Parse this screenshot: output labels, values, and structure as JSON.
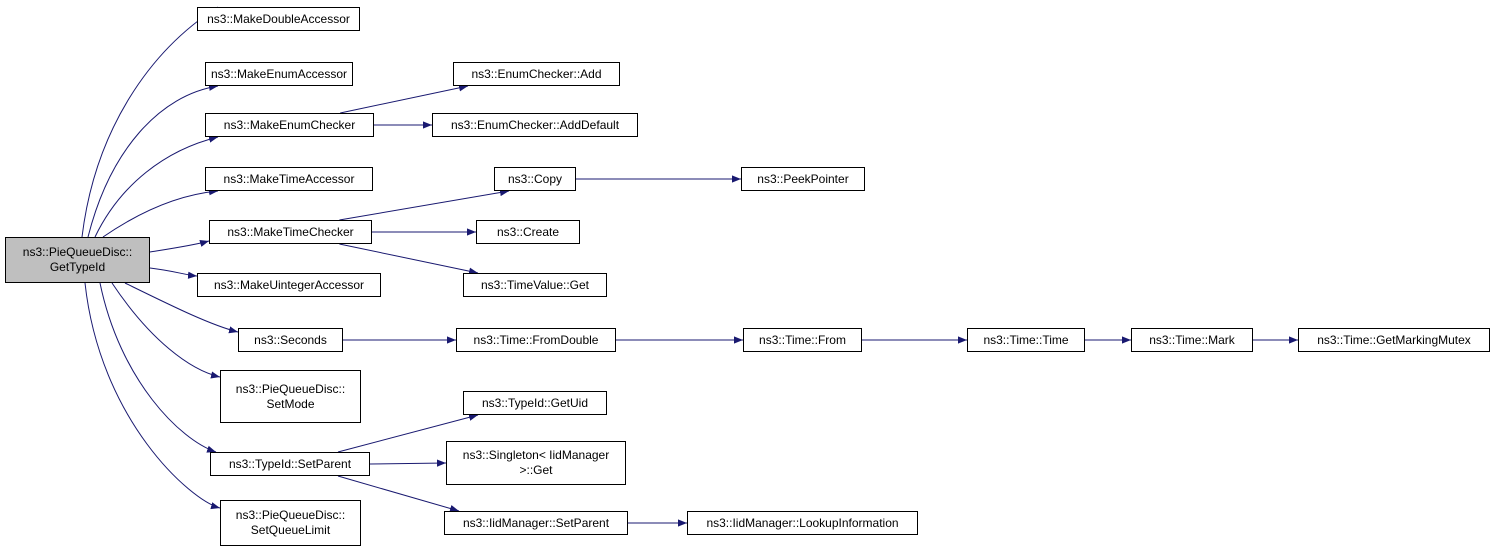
{
  "graph": {
    "edge_color": "#191970",
    "root_fill": "#bfbfbf",
    "node_fill": "#ffffff",
    "nodes": [
      {
        "id": "root",
        "lines": [
          "ns3::PieQueueDisc::",
          "GetTypeId"
        ]
      },
      {
        "id": "mda",
        "lines": [
          "ns3::MakeDoubleAccessor"
        ]
      },
      {
        "id": "mea",
        "lines": [
          "ns3::MakeEnumAccessor"
        ]
      },
      {
        "id": "mec",
        "lines": [
          "ns3::MakeEnumChecker"
        ]
      },
      {
        "id": "mta",
        "lines": [
          "ns3::MakeTimeAccessor"
        ]
      },
      {
        "id": "mtc",
        "lines": [
          "ns3::MakeTimeChecker"
        ]
      },
      {
        "id": "mua",
        "lines": [
          "ns3::MakeUintegerAccessor"
        ]
      },
      {
        "id": "sec",
        "lines": [
          "ns3::Seconds"
        ]
      },
      {
        "id": "psm",
        "lines": [
          "ns3::PieQueueDisc::",
          "SetMode"
        ]
      },
      {
        "id": "tsp",
        "lines": [
          "ns3::TypeId::SetParent"
        ]
      },
      {
        "id": "psq",
        "lines": [
          "ns3::PieQueueDisc::",
          "SetQueueLimit"
        ]
      },
      {
        "id": "eca",
        "lines": [
          "ns3::EnumChecker::Add"
        ]
      },
      {
        "id": "ecd",
        "lines": [
          "ns3::EnumChecker::AddDefault"
        ]
      },
      {
        "id": "cpy",
        "lines": [
          "ns3::Copy"
        ]
      },
      {
        "id": "pkp",
        "lines": [
          "ns3::PeekPointer"
        ]
      },
      {
        "id": "crt",
        "lines": [
          "ns3::Create"
        ]
      },
      {
        "id": "tvg",
        "lines": [
          "ns3::TimeValue::Get"
        ]
      },
      {
        "id": "tfd",
        "lines": [
          "ns3::Time::FromDouble"
        ]
      },
      {
        "id": "tfr",
        "lines": [
          "ns3::Time::From"
        ]
      },
      {
        "id": "ttm",
        "lines": [
          "ns3::Time::Time"
        ]
      },
      {
        "id": "tmk",
        "lines": [
          "ns3::Time::Mark"
        ]
      },
      {
        "id": "tgm",
        "lines": [
          "ns3::Time::GetMarkingMutex"
        ]
      },
      {
        "id": "tgu",
        "lines": [
          "ns3::TypeId::GetUid"
        ]
      },
      {
        "id": "sgg",
        "lines": [
          "ns3::Singleton< IidManager",
          ">::Get"
        ]
      },
      {
        "id": "ims",
        "lines": [
          "ns3::IidManager::SetParent"
        ]
      },
      {
        "id": "iml",
        "lines": [
          "ns3::IidManager::LookupInformation"
        ]
      }
    ],
    "edges": [
      [
        "root",
        "mda"
      ],
      [
        "root",
        "mea"
      ],
      [
        "root",
        "mec"
      ],
      [
        "root",
        "mta"
      ],
      [
        "root",
        "mtc"
      ],
      [
        "root",
        "mua"
      ],
      [
        "root",
        "sec"
      ],
      [
        "root",
        "psm"
      ],
      [
        "root",
        "tsp"
      ],
      [
        "root",
        "psq"
      ],
      [
        "mec",
        "eca"
      ],
      [
        "mec",
        "ecd"
      ],
      [
        "mtc",
        "cpy"
      ],
      [
        "mtc",
        "crt"
      ],
      [
        "mtc",
        "tvg"
      ],
      [
        "cpy",
        "pkp"
      ],
      [
        "sec",
        "tfd"
      ],
      [
        "tfd",
        "tfr"
      ],
      [
        "tfr",
        "ttm"
      ],
      [
        "ttm",
        "tmk"
      ],
      [
        "tmk",
        "tgm"
      ],
      [
        "tsp",
        "tgu"
      ],
      [
        "tsp",
        "sgg"
      ],
      [
        "tsp",
        "ims"
      ],
      [
        "ims",
        "iml"
      ]
    ]
  }
}
